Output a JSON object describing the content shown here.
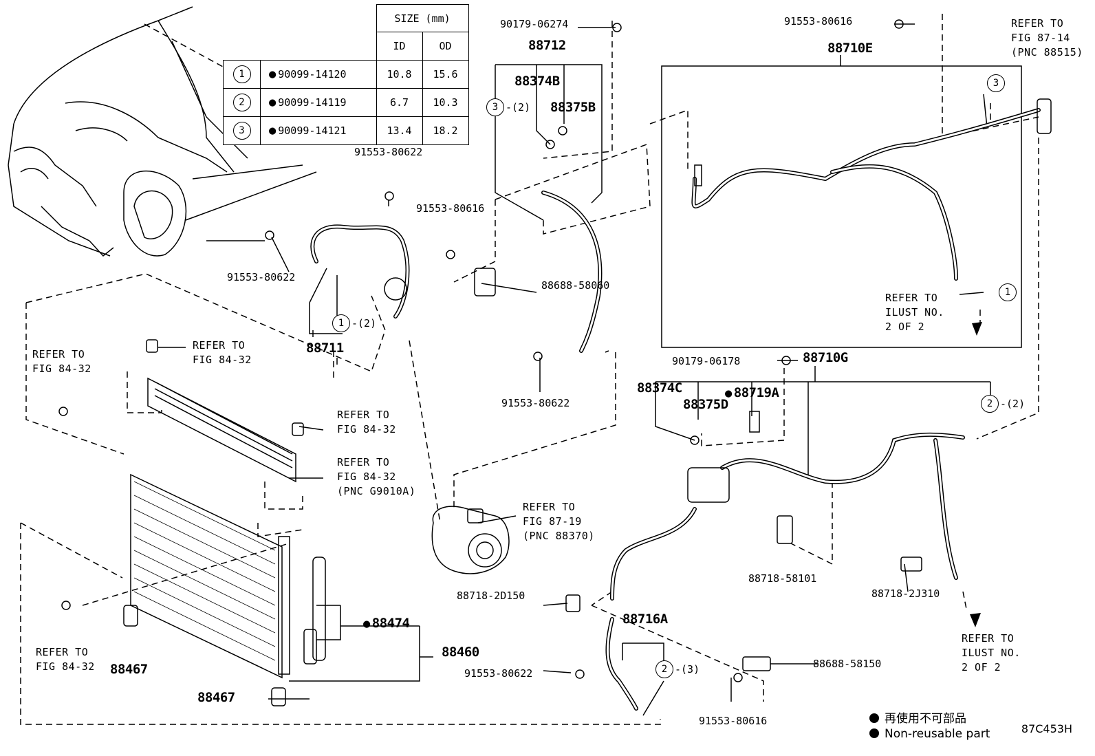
{
  "size_table": {
    "title": "SIZE (mm)",
    "col_id": "ID",
    "col_od": "OD",
    "rows": [
      {
        "index": "1",
        "part": "90099-14120",
        "id": "10.8",
        "od": "15.6"
      },
      {
        "index": "2",
        "part": "90099-14119",
        "id": "6.7",
        "od": "10.3"
      },
      {
        "index": "3",
        "part": "90099-14121",
        "id": "13.4",
        "od": "18.2"
      }
    ]
  },
  "parts": {
    "p88712": "88712",
    "p88374B": "88374B",
    "p88375B": "88375B",
    "p90179_06274": "90179-06274",
    "p91553_80616_top": "91553-80616",
    "p88710E": "88710E",
    "p91553_80622_a": "91553-80622",
    "p91553_80622_b": "91553-80622",
    "p91553_80616_mid": "91553-80616",
    "p88688_58060": "88688-58060",
    "p88711": "88711",
    "p91553_80622_c": "91553-80622",
    "p90179_06178": "90179-06178",
    "p88710G": "88710G",
    "p88374C": "88374C",
    "p88375D": "88375D",
    "p88719A": "88719A",
    "p88718_58101": "88718-58101",
    "p88718_2D150": "88718-2D150",
    "p88716A": "88716A",
    "p88718_2J310": "88718-2J310",
    "p88688_58150": "88688-58150",
    "p91553_80622_d": "91553-80622",
    "p91553_80616_bot": "91553-80616",
    "p88474": "88474",
    "p88460": "88460",
    "p88467_a": "88467",
    "p88467_b": "88467"
  },
  "refs": {
    "fig87_14": "REFER TO\nFIG 87-14\n(PNC 88515)",
    "illust_top": "REFER TO\nILUST NO.\n2 OF 2",
    "illust_bot": "REFER TO\nILUST NO.\n2 OF 2",
    "fig84_32_a": "REFER TO\nFIG 84-32",
    "fig84_32_b": "REFER TO\nFIG 84-32",
    "fig84_32_c": "REFER TO\nFIG 84-32",
    "fig84_32_pnc": "REFER TO\nFIG 84-32\n(PNC G9010A)",
    "fig84_32_d": "REFER TO\nFIG 84-32",
    "fig87_19": "REFER TO\nFIG 87-19\n(PNC 88370)"
  },
  "callouts": {
    "c3_2": {
      "num": "3",
      "suffix": "-(2)"
    },
    "c1_2": {
      "num": "1",
      "suffix": "-(2)"
    },
    "c3_right": {
      "num": "3",
      "suffix": ""
    },
    "c1_right": {
      "num": "1",
      "suffix": ""
    },
    "c2_2": {
      "num": "2",
      "suffix": "-(2)"
    },
    "c2_3": {
      "num": "2",
      "suffix": "-(3)"
    }
  },
  "legend": {
    "jp": "再使用不可部品",
    "en": "Non-reusable part"
  },
  "figure_code": "87C453H"
}
